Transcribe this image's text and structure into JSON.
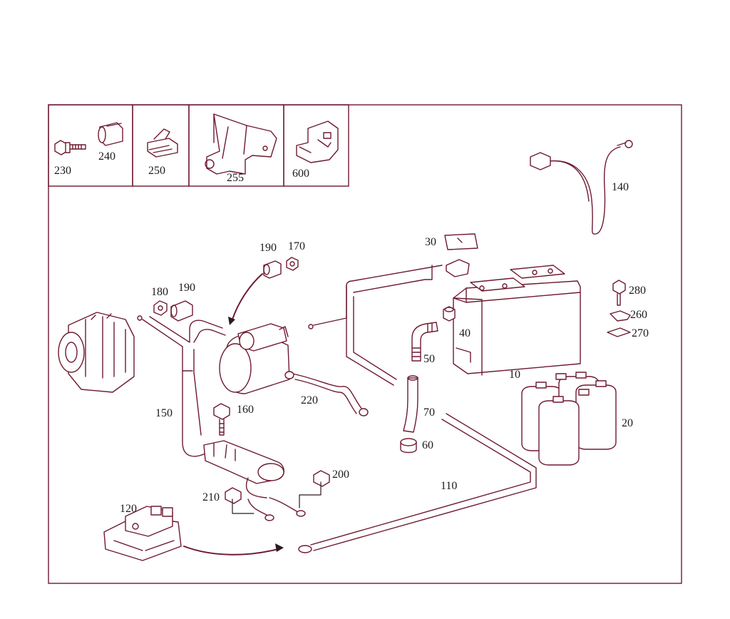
{
  "colors": {
    "line": "#6e1a30",
    "ink": "#1a1a1a",
    "background": "#ffffff"
  },
  "labels": {
    "p10": "10",
    "p20": "20",
    "p30": "30",
    "p40": "40",
    "p50": "50",
    "p60": "60",
    "p70": "70",
    "p110": "110",
    "p120": "120",
    "p140": "140",
    "p150": "150",
    "p160": "160",
    "p170": "170",
    "p180": "180",
    "p190a": "190",
    "p190b": "190",
    "p200": "200",
    "p210": "210",
    "p220": "220",
    "p230": "230",
    "p240": "240",
    "p250": "250",
    "p255": "255",
    "p260": "260",
    "p270": "270",
    "p280": "280",
    "p600": "600"
  }
}
